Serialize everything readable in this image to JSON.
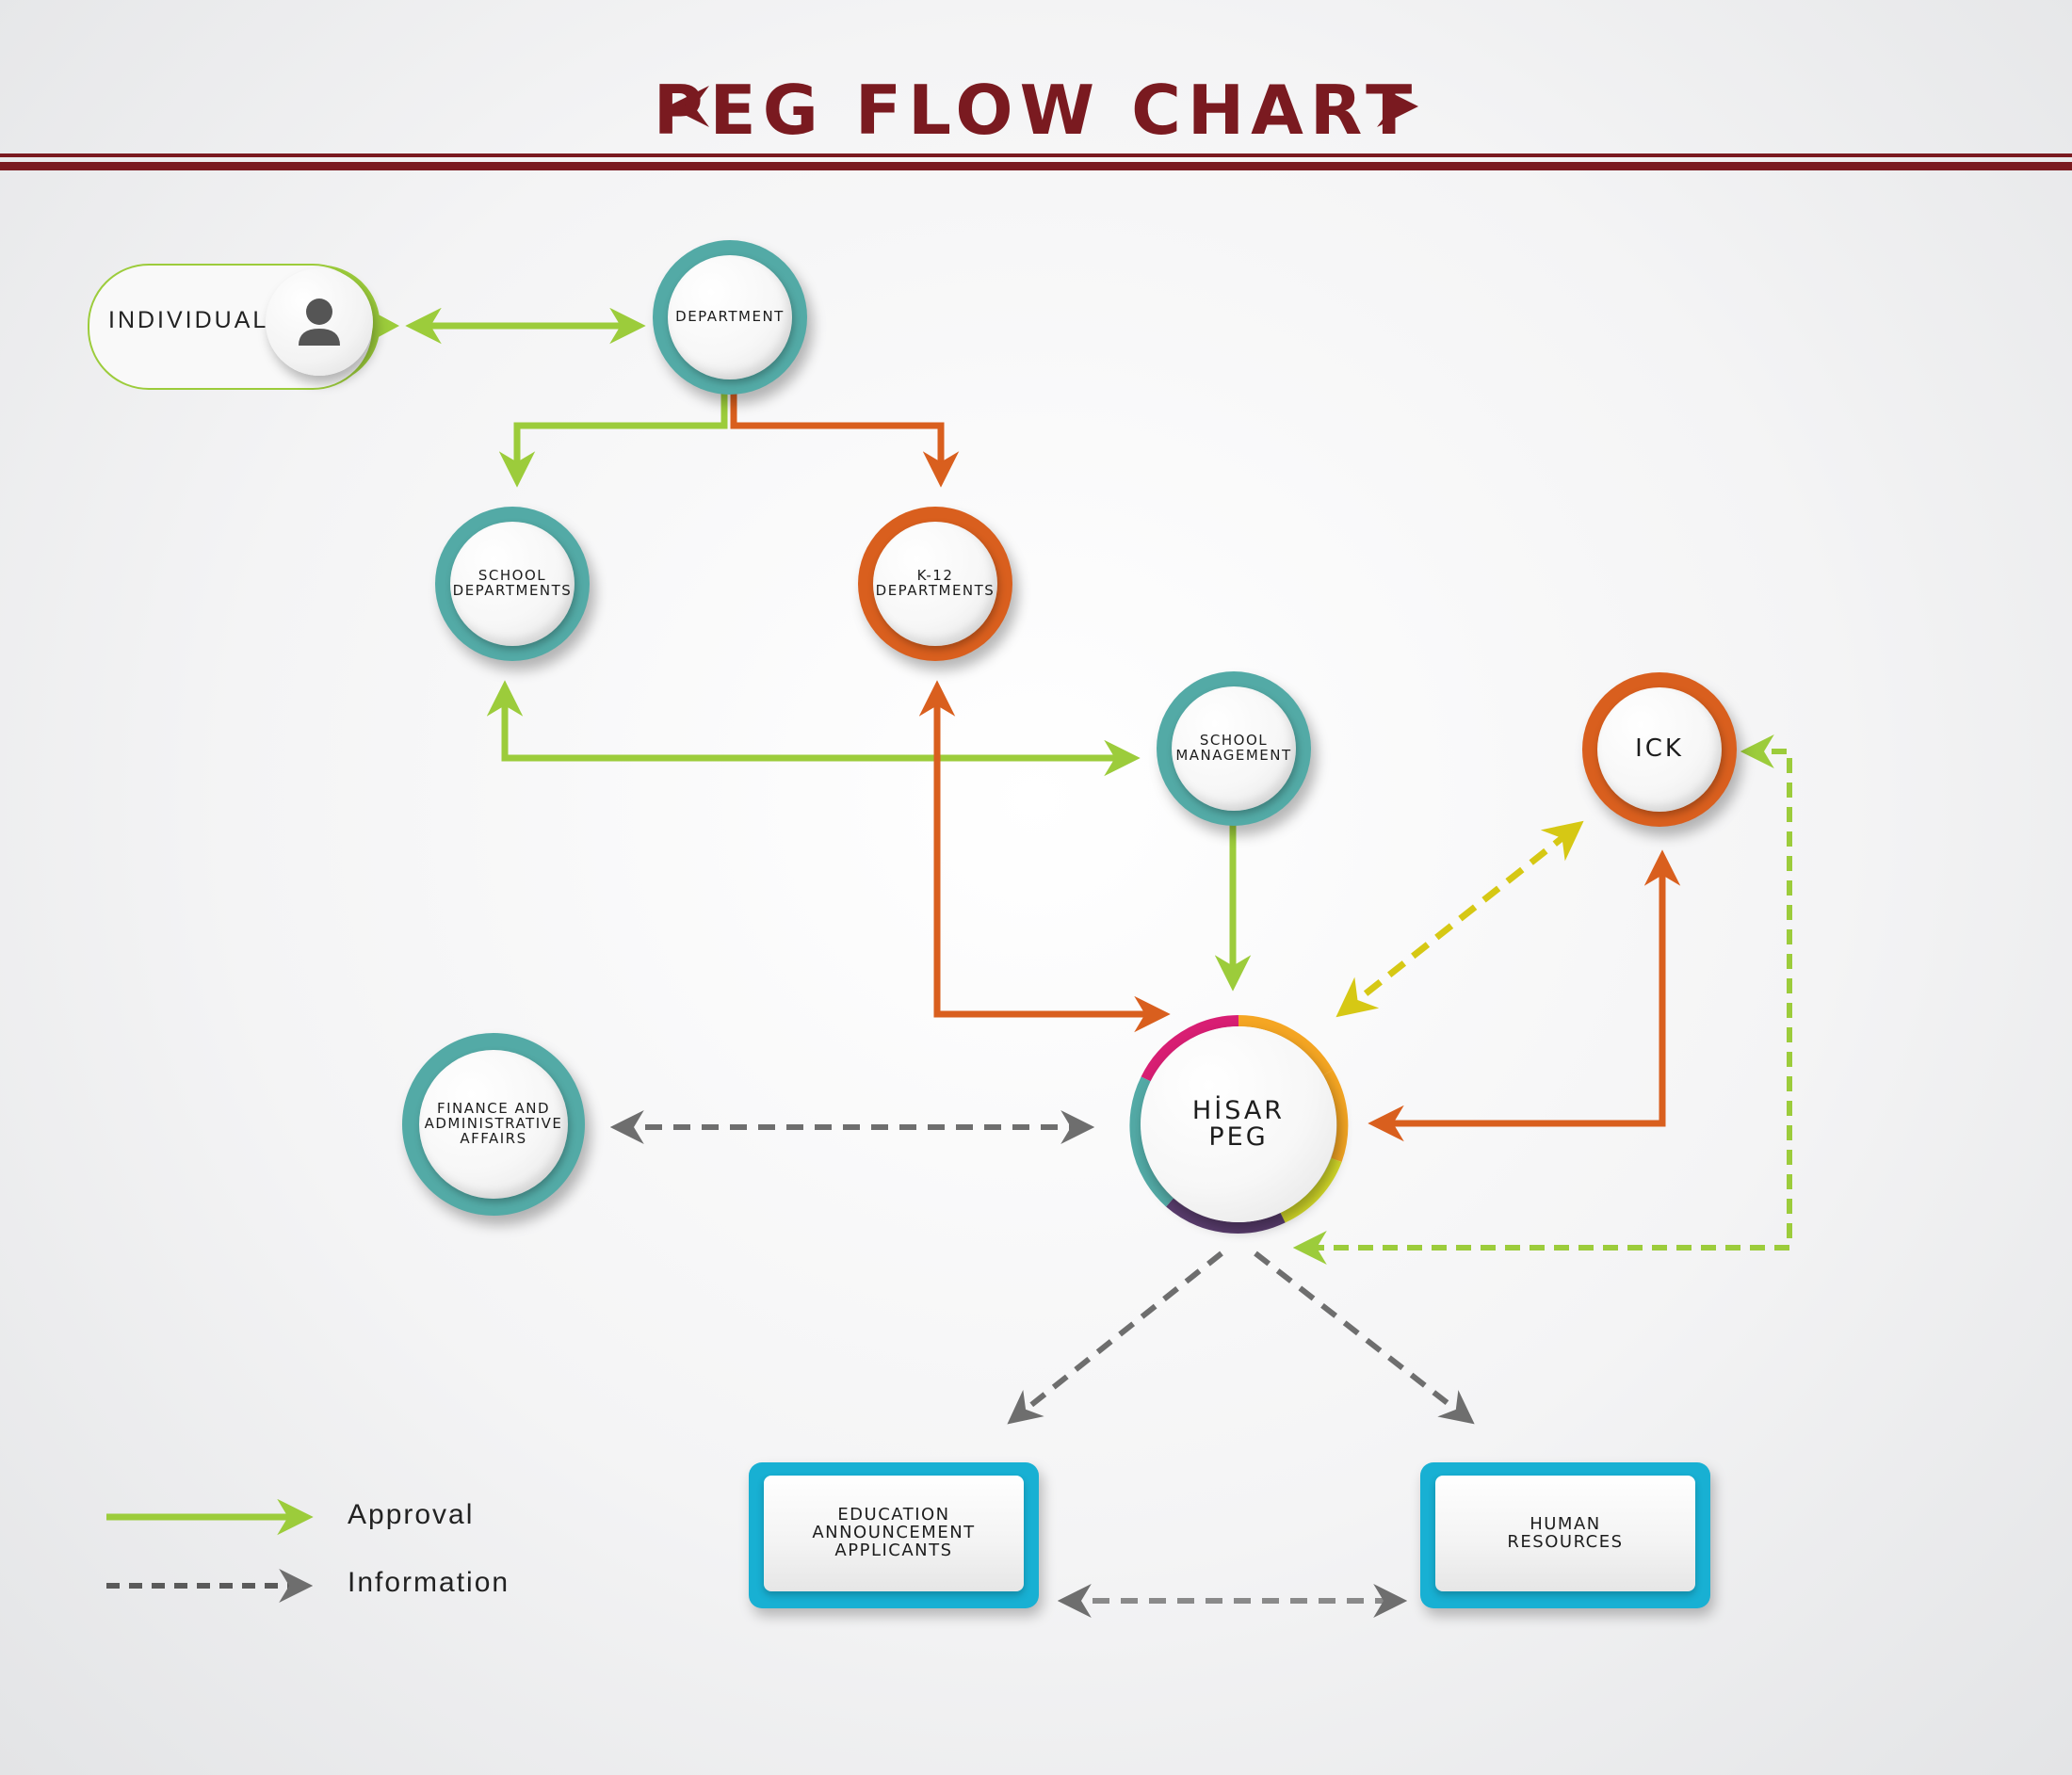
{
  "title": "PEG FLOW CHART",
  "colors": {
    "brand": "#7a1a20",
    "approval_green": "#9ccc3b",
    "orange": "#d95f1e",
    "teal": "#53aaa6",
    "yellow": "#d6c814",
    "info_gray": "#6e6e6e",
    "box_blue": "#18b0d3"
  },
  "nodes": {
    "individual": {
      "label": "INDIVIDUAL",
      "icon": "person-icon"
    },
    "department": {
      "label": "DEPARTMENT"
    },
    "school_departments": {
      "label": "SCHOOL\nDEPARTMENTS"
    },
    "k12_departments": {
      "label": "K-12\nDEPARTMENTS"
    },
    "school_management": {
      "label": "SCHOOL\nMANAGEMENT"
    },
    "ick": {
      "label": "ICK"
    },
    "hisar_peg": {
      "label": "HİSAR\nPEG"
    },
    "finance": {
      "label": "FINANCE AND\nADMINISTRATIVE\nAFFAIRS"
    },
    "education_announcement": {
      "label": "EDUCATION\nANNOUNCEMENT\nAPPLICANTS"
    },
    "human_resources": {
      "label": "HUMAN\nRESOURCES"
    }
  },
  "legend": {
    "approval": "Approval",
    "information": "Information"
  },
  "edges": [
    {
      "from": "individual",
      "to": "department",
      "type": "approval",
      "direction": "both"
    },
    {
      "from": "department",
      "to": "school_departments",
      "type": "approval"
    },
    {
      "from": "department",
      "to": "k12_departments",
      "type": "orange"
    },
    {
      "from": "school_departments",
      "to": "school_management",
      "type": "approval",
      "direction": "both"
    },
    {
      "from": "k12_departments",
      "to": "hisar_peg",
      "type": "orange",
      "direction": "both"
    },
    {
      "from": "school_management",
      "to": "hisar_peg",
      "type": "approval"
    },
    {
      "from": "hisar_peg",
      "to": "ick",
      "type": "yellow-dashed",
      "direction": "both"
    },
    {
      "from": "ick",
      "to": "hisar_peg",
      "type": "orange",
      "direction": "both"
    },
    {
      "from": "ick",
      "to": "hisar_peg",
      "type": "green-dashed",
      "direction": "both"
    },
    {
      "from": "finance",
      "to": "hisar_peg",
      "type": "information",
      "direction": "both"
    },
    {
      "from": "hisar_peg",
      "to": "education_announcement",
      "type": "information"
    },
    {
      "from": "hisar_peg",
      "to": "human_resources",
      "type": "information"
    },
    {
      "from": "education_announcement",
      "to": "human_resources",
      "type": "information",
      "direction": "both"
    }
  ]
}
